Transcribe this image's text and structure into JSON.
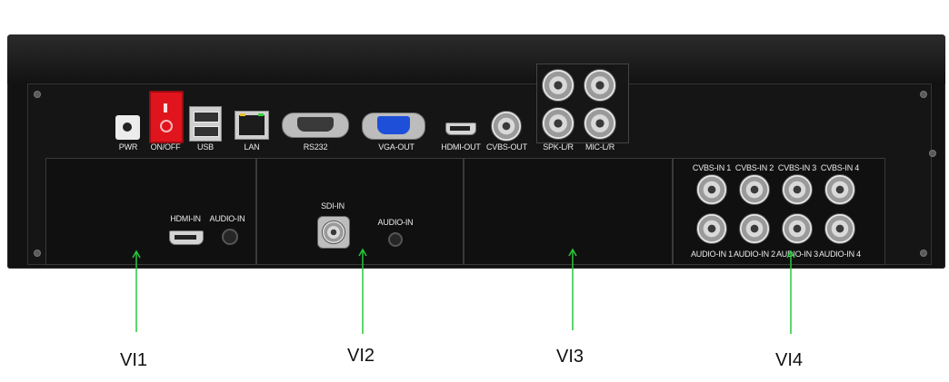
{
  "rear_panel": {
    "top_ports": {
      "pwr": "PWR",
      "onoff": "ON/OFF",
      "usb": "USB",
      "lan": "LAN",
      "rs232": "RS232",
      "vga_out": "VGA-OUT",
      "hdmi_out": "HDMI-OUT",
      "cvbs_out": "CVBS-OUT",
      "spk": "SPK-L/R",
      "mic": "MIC-L/R"
    },
    "slot1": {
      "hdmi_in": "HDMI-IN",
      "audio_in": "AUDIO-IN"
    },
    "slot2": {
      "sdi_in": "SDI-IN",
      "audio_in": "AUDIO-IN"
    },
    "slot4": {
      "cvbs": [
        "CVBS-IN 1",
        "CVBS-IN 2",
        "CVBS-IN 3",
        "CVBS-IN 4"
      ],
      "audio": [
        "AUDIO-IN 1",
        "AUDIO-IN 2",
        "AUDIO-IN 3",
        "AUDIO-IN 4"
      ]
    }
  },
  "callouts": [
    "VI1",
    "VI2",
    "VI3",
    "VI4"
  ],
  "colors": {
    "arrow": "#27c93a",
    "switch": "#e0141c",
    "vga": "#1e4fd8"
  }
}
